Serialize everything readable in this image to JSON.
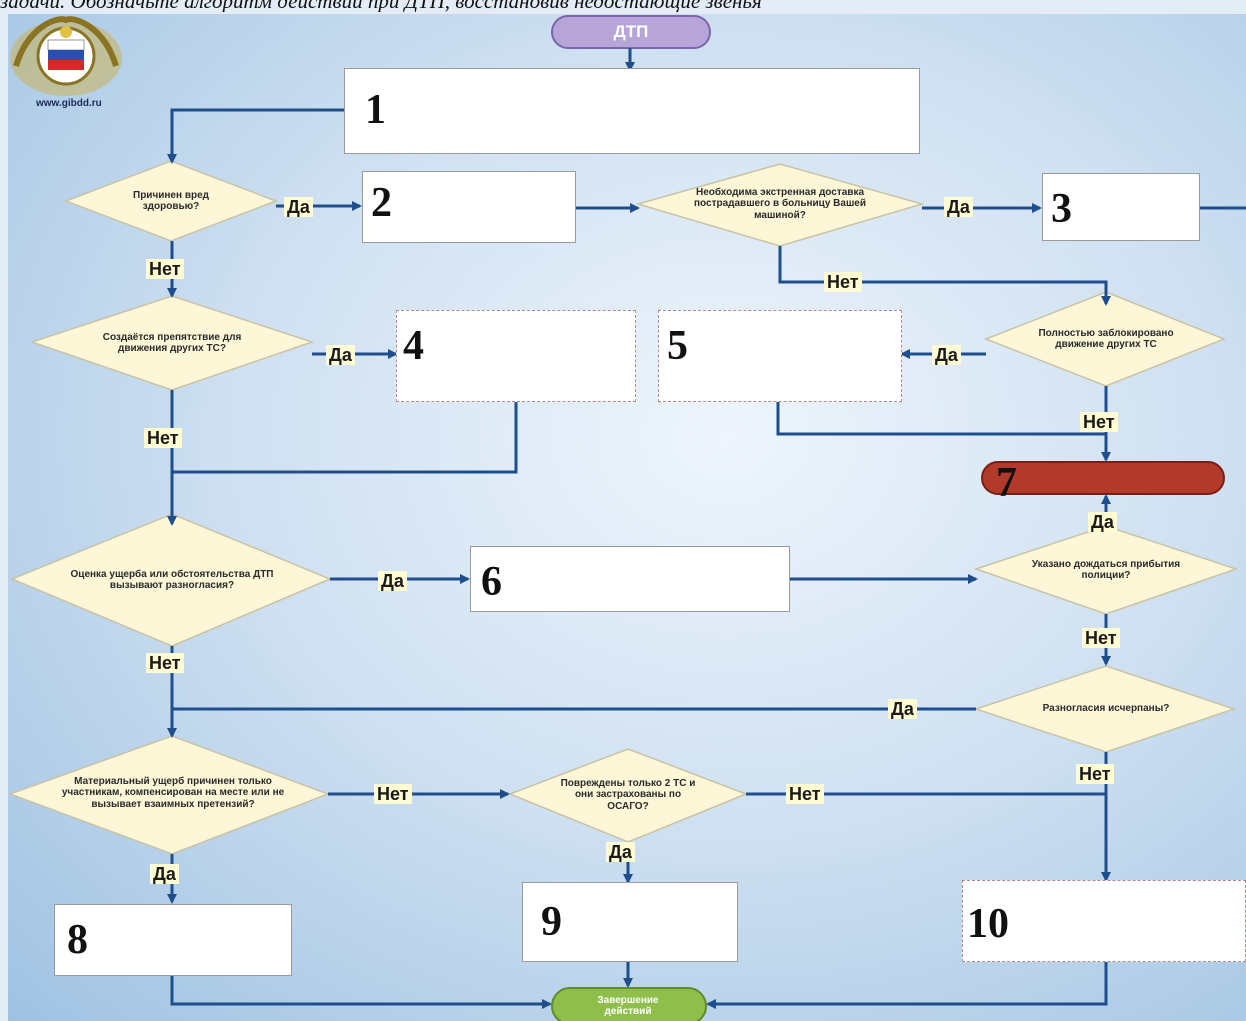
{
  "header_text": "задачи. Обозначьте алгоритм действий при ДТП, восстановив недостающие звенья",
  "logo": {
    "url": "www.gibdd.ru"
  },
  "terminals": {
    "start": "ДТП",
    "end": "Завершение действий"
  },
  "boxes": [
    "1",
    "2",
    "3",
    "4",
    "5",
    "6",
    "7",
    "8",
    "9",
    "10"
  ],
  "decisions": {
    "health": "Причинен вред здоровью?",
    "hospital": "Необходима экстренная доставка пострадавшего в больницу Вашей машиной?",
    "obstacle": "Создаётся препятствие для движения других ТС?",
    "blocked": "Полностью заблокировано движение других ТС",
    "damage": "Оценка ущерба или обстоятельства ДТП вызывают разногласия?",
    "police": "Указано дождаться прибытия полиции?",
    "resolved": "Разногласия исчерпаны?",
    "material": "Материальный ущерб причинен только участникам, компенсирован на месте или не вызывает взаимных претензий?",
    "osago": "Повреждены только 2 ТС и они застрахованы по ОСАГО?"
  },
  "labels": {
    "yes": "Да",
    "no": "Нет"
  },
  "colors": {
    "arrow": "#1f4e8c",
    "diamond_fill": "#fdf7d8",
    "start_fill": "#b7a5d8",
    "end_fill": "#8fbf4a",
    "box7_fill": "#b23a2a",
    "label_fill": "#fffbd2"
  }
}
